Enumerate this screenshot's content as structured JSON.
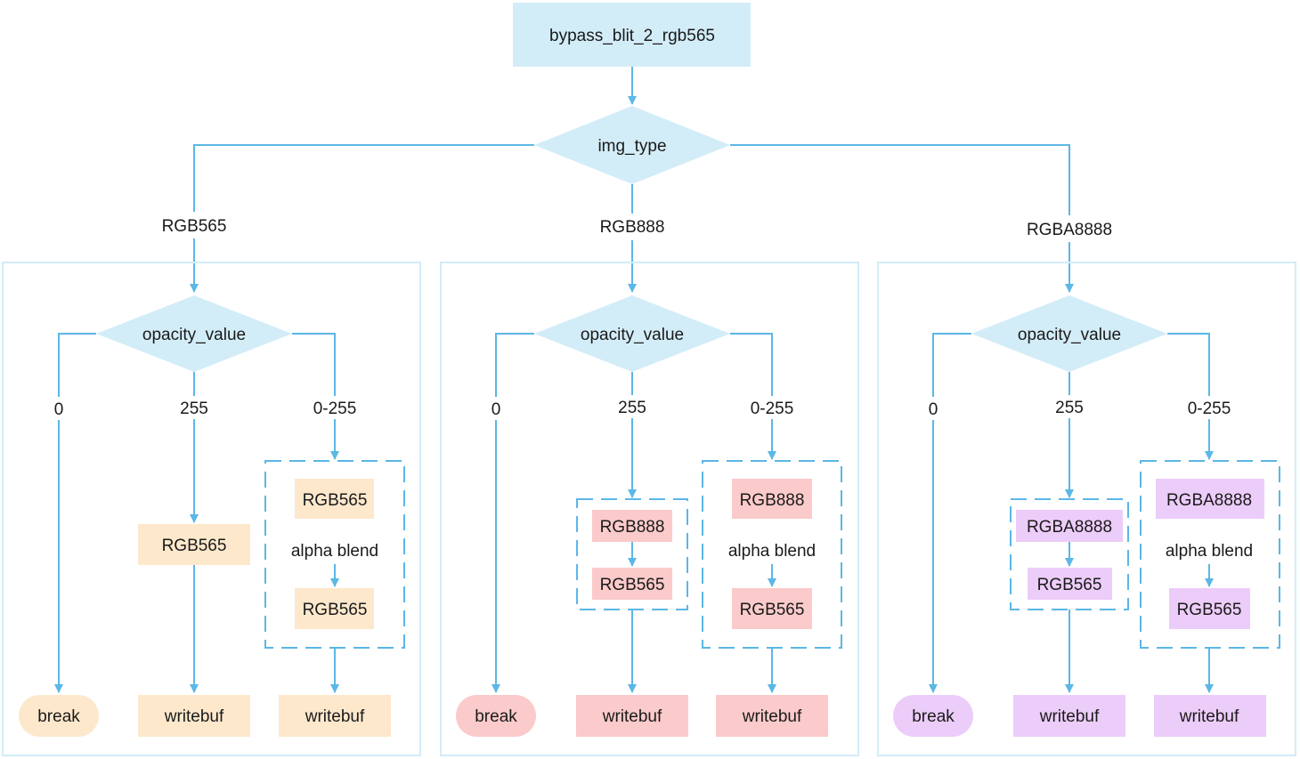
{
  "colors": {
    "connector": "#5bb7e6",
    "node_blue": "#d3edf8",
    "rgb565_fill": "#fde8cc",
    "rgb888_fill": "#fbcaca",
    "rgba8888_fill": "#ecccf8"
  },
  "root": {
    "label": "bypass_blit_2_rgb565"
  },
  "decision": {
    "label": "img_type"
  },
  "branches": [
    {
      "edge_label": "RGB565",
      "opacity": "opacity_value",
      "edge_0": "0",
      "edge_255": "255",
      "edge_range": "0-255",
      "break_label": "break",
      "full_pixel": "RGB565",
      "full_writebuf": "writebuf",
      "blend_src": "RGB565",
      "blend_op": "alpha blend",
      "blend_dst": "RGB565",
      "blend_writebuf": "writebuf"
    },
    {
      "edge_label": "RGB888",
      "opacity": "opacity_value",
      "edge_0": "0",
      "edge_255": "255",
      "edge_range": "0-255",
      "break_label": "break",
      "full_src": "RGB888",
      "full_dst": "RGB565",
      "full_writebuf": "writebuf",
      "blend_src": "RGB888",
      "blend_op": "alpha blend",
      "blend_dst": "RGB565",
      "blend_writebuf": "writebuf"
    },
    {
      "edge_label": "RGBA8888",
      "opacity": "opacity_value",
      "edge_0": "0",
      "edge_255": "255",
      "edge_range": "0-255",
      "break_label": "break",
      "full_src": "RGBA8888",
      "full_dst": "RGB565",
      "full_writebuf": "writebuf",
      "blend_src": "RGBA8888",
      "blend_op": "alpha blend",
      "blend_dst": "RGB565",
      "blend_writebuf": "writebuf"
    }
  ]
}
